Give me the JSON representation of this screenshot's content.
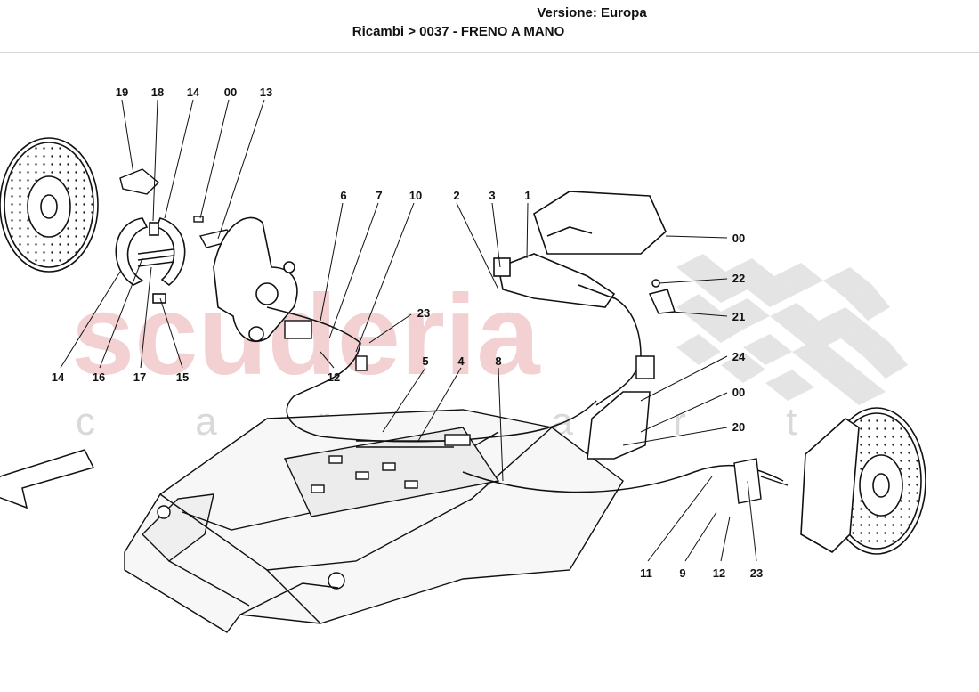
{
  "header": {
    "version": "Versione: Europa",
    "breadcrumb": "Ricambi > 0037 - FRENO A MANO"
  },
  "watermark": {
    "logo_text": "scuderia",
    "sub_text": "c a r p a r t",
    "logo_color": "#f2c8cb",
    "sub_color": "#d9d9d9"
  },
  "callouts": {
    "c19": "19",
    "c18": "18",
    "c14a": "14",
    "c00a": "00",
    "c13": "13",
    "c6": "6",
    "c7": "7",
    "c10": "10",
    "c2": "2",
    "c3": "3",
    "c1": "1",
    "c00b": "00",
    "c22": "22",
    "c21": "21",
    "c23a": "23",
    "c14b": "14",
    "c16": "16",
    "c17": "17",
    "c15": "15",
    "c12a": "12",
    "c5": "5",
    "c4": "4",
    "c8": "8",
    "c24": "24",
    "c00c": "00",
    "c20": "20",
    "c11": "11",
    "c9": "9",
    "c12b": "12",
    "c23b": "23"
  },
  "colors": {
    "line": "#111111",
    "chassis_fill": "#f7f7f7",
    "checker": "#e4e4e4"
  }
}
